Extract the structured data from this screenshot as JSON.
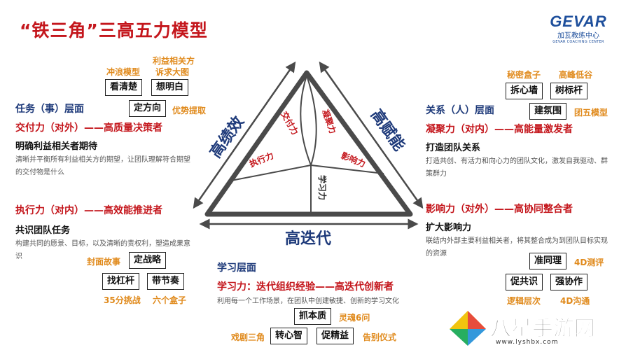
{
  "title": "“铁三角”三高五力模型",
  "logo": {
    "word": "GEVAR",
    "cn": "加瓦教练中心",
    "en": "GEVAR COACHING CENTER"
  },
  "triangle": {
    "left_side": "高绩效",
    "right_side": "高赋能",
    "bottom": "高迭代",
    "inner": {
      "jiaofu": "交付力",
      "ningju": "凝聚力",
      "zhixing": "执行力",
      "yingxiang": "影响力",
      "xuexi": "学习力"
    }
  },
  "task": {
    "tags_top": {
      "a": "冲浪模型",
      "b1": "利益相关方",
      "b2": "诉求大图"
    },
    "boxes_top": [
      "看清楚",
      "想明白"
    ],
    "box_mid": "定方向",
    "tag_mid": "优势提取",
    "heading": "任务（事）层面",
    "deliver": "交付力（对外）——高质量决策者",
    "deliver_sub": "明确利益相关者期待",
    "deliver_desc": "清晰并平衡所有利益相关方的期望，让团队理解符合期望的交付物是什么",
    "exec": "执行力（对内）——高效能推进者",
    "exec_sub": "共识团队任务",
    "exec_desc": "构建共同的愿景、目标，以及清晰的责权利，塑造成果意识",
    "tag_cover": "封面故事",
    "box_strategy": "定战略",
    "boxes_bottom": [
      "找杠杆",
      "带节奏"
    ],
    "tags_bottom": [
      "35分挑战",
      "六个盒子"
    ]
  },
  "relation": {
    "tags_top": [
      "秘密盒子",
      "高峰低谷"
    ],
    "boxes_top": [
      "拆心墙",
      "树标杆"
    ],
    "box_mid": "建氛围",
    "tag_mid": "团五模型",
    "heading": "关系（人）层面",
    "cohesion": "凝聚力（对内）——高能量激发者",
    "cohesion_sub": "打造团队关系",
    "cohesion_desc": "打造共创、有活力和向心力的团队文化，激发自我驱动、群策群力",
    "influence": "影响力（对外）——高协同整合者",
    "influence_sub": "扩大影响力",
    "influence_desc": "联结内外部主要利益相关者，将其整合成为到团队目标实现的资源",
    "box_match": "准同理",
    "tag_4d_mind": "4D测评",
    "boxes_bottom": [
      "促共识",
      "强协作"
    ],
    "tags_bottom": [
      "逻辑层次",
      "4D沟通"
    ]
  },
  "learning": {
    "heading": "学习层面",
    "line": "学习力：迭代组织经验——高迭代创新者",
    "desc": "利用每一个工作场景，在团队中创建敏捷、创新的学习文化",
    "box_essence": "抓本质",
    "tag_soul": "灵魂6问",
    "tag_drama": "戏剧三角",
    "boxes_bottom": [
      "转心智",
      "促精益"
    ],
    "tag_ritual": "告别仪式"
  },
  "watermark": {
    "text": "八星手游网",
    "url": "www.lyshbx.com"
  },
  "colors": {
    "red": "#c4161c",
    "blue": "#1e3a7a",
    "orange": "#e08a1c",
    "dark": "#4a4a4a"
  }
}
